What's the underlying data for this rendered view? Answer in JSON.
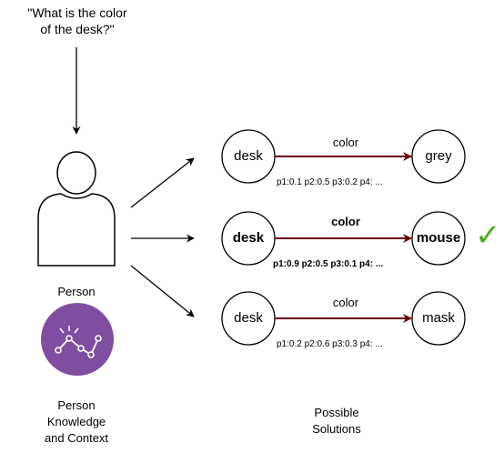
{
  "question": {
    "line1": "\"What is the color",
    "line2": "of the desk?\""
  },
  "person": {
    "label": "Person",
    "icon": "person-icon"
  },
  "knowledge": {
    "icon": "knowledge-graph-icon",
    "badge_color": "#7f4ea0",
    "line1": "Person",
    "line2": "Knowledge",
    "line3": "and Context"
  },
  "solutions": {
    "caption_line1": "Possible",
    "caption_line2": "Solutions",
    "edge_color": "#6b0000",
    "check_color": "#4caf22",
    "rows": [
      {
        "subject": "desk",
        "relation": "color",
        "object": "grey",
        "probs": "p1:0.1 p2:0.5 p3:0.2 p4: ...",
        "selected": false
      },
      {
        "subject": "desk",
        "relation": "color",
        "object": "mouse",
        "probs": "p1:0.9 p2:0.5 p3:0.1 p4: ...",
        "selected": true,
        "check": "✓"
      },
      {
        "subject": "desk",
        "relation": "color",
        "object": "mask",
        "probs": "p1:0.2 p2:0.6 p3:0.3 p4: ...",
        "selected": false
      }
    ]
  }
}
